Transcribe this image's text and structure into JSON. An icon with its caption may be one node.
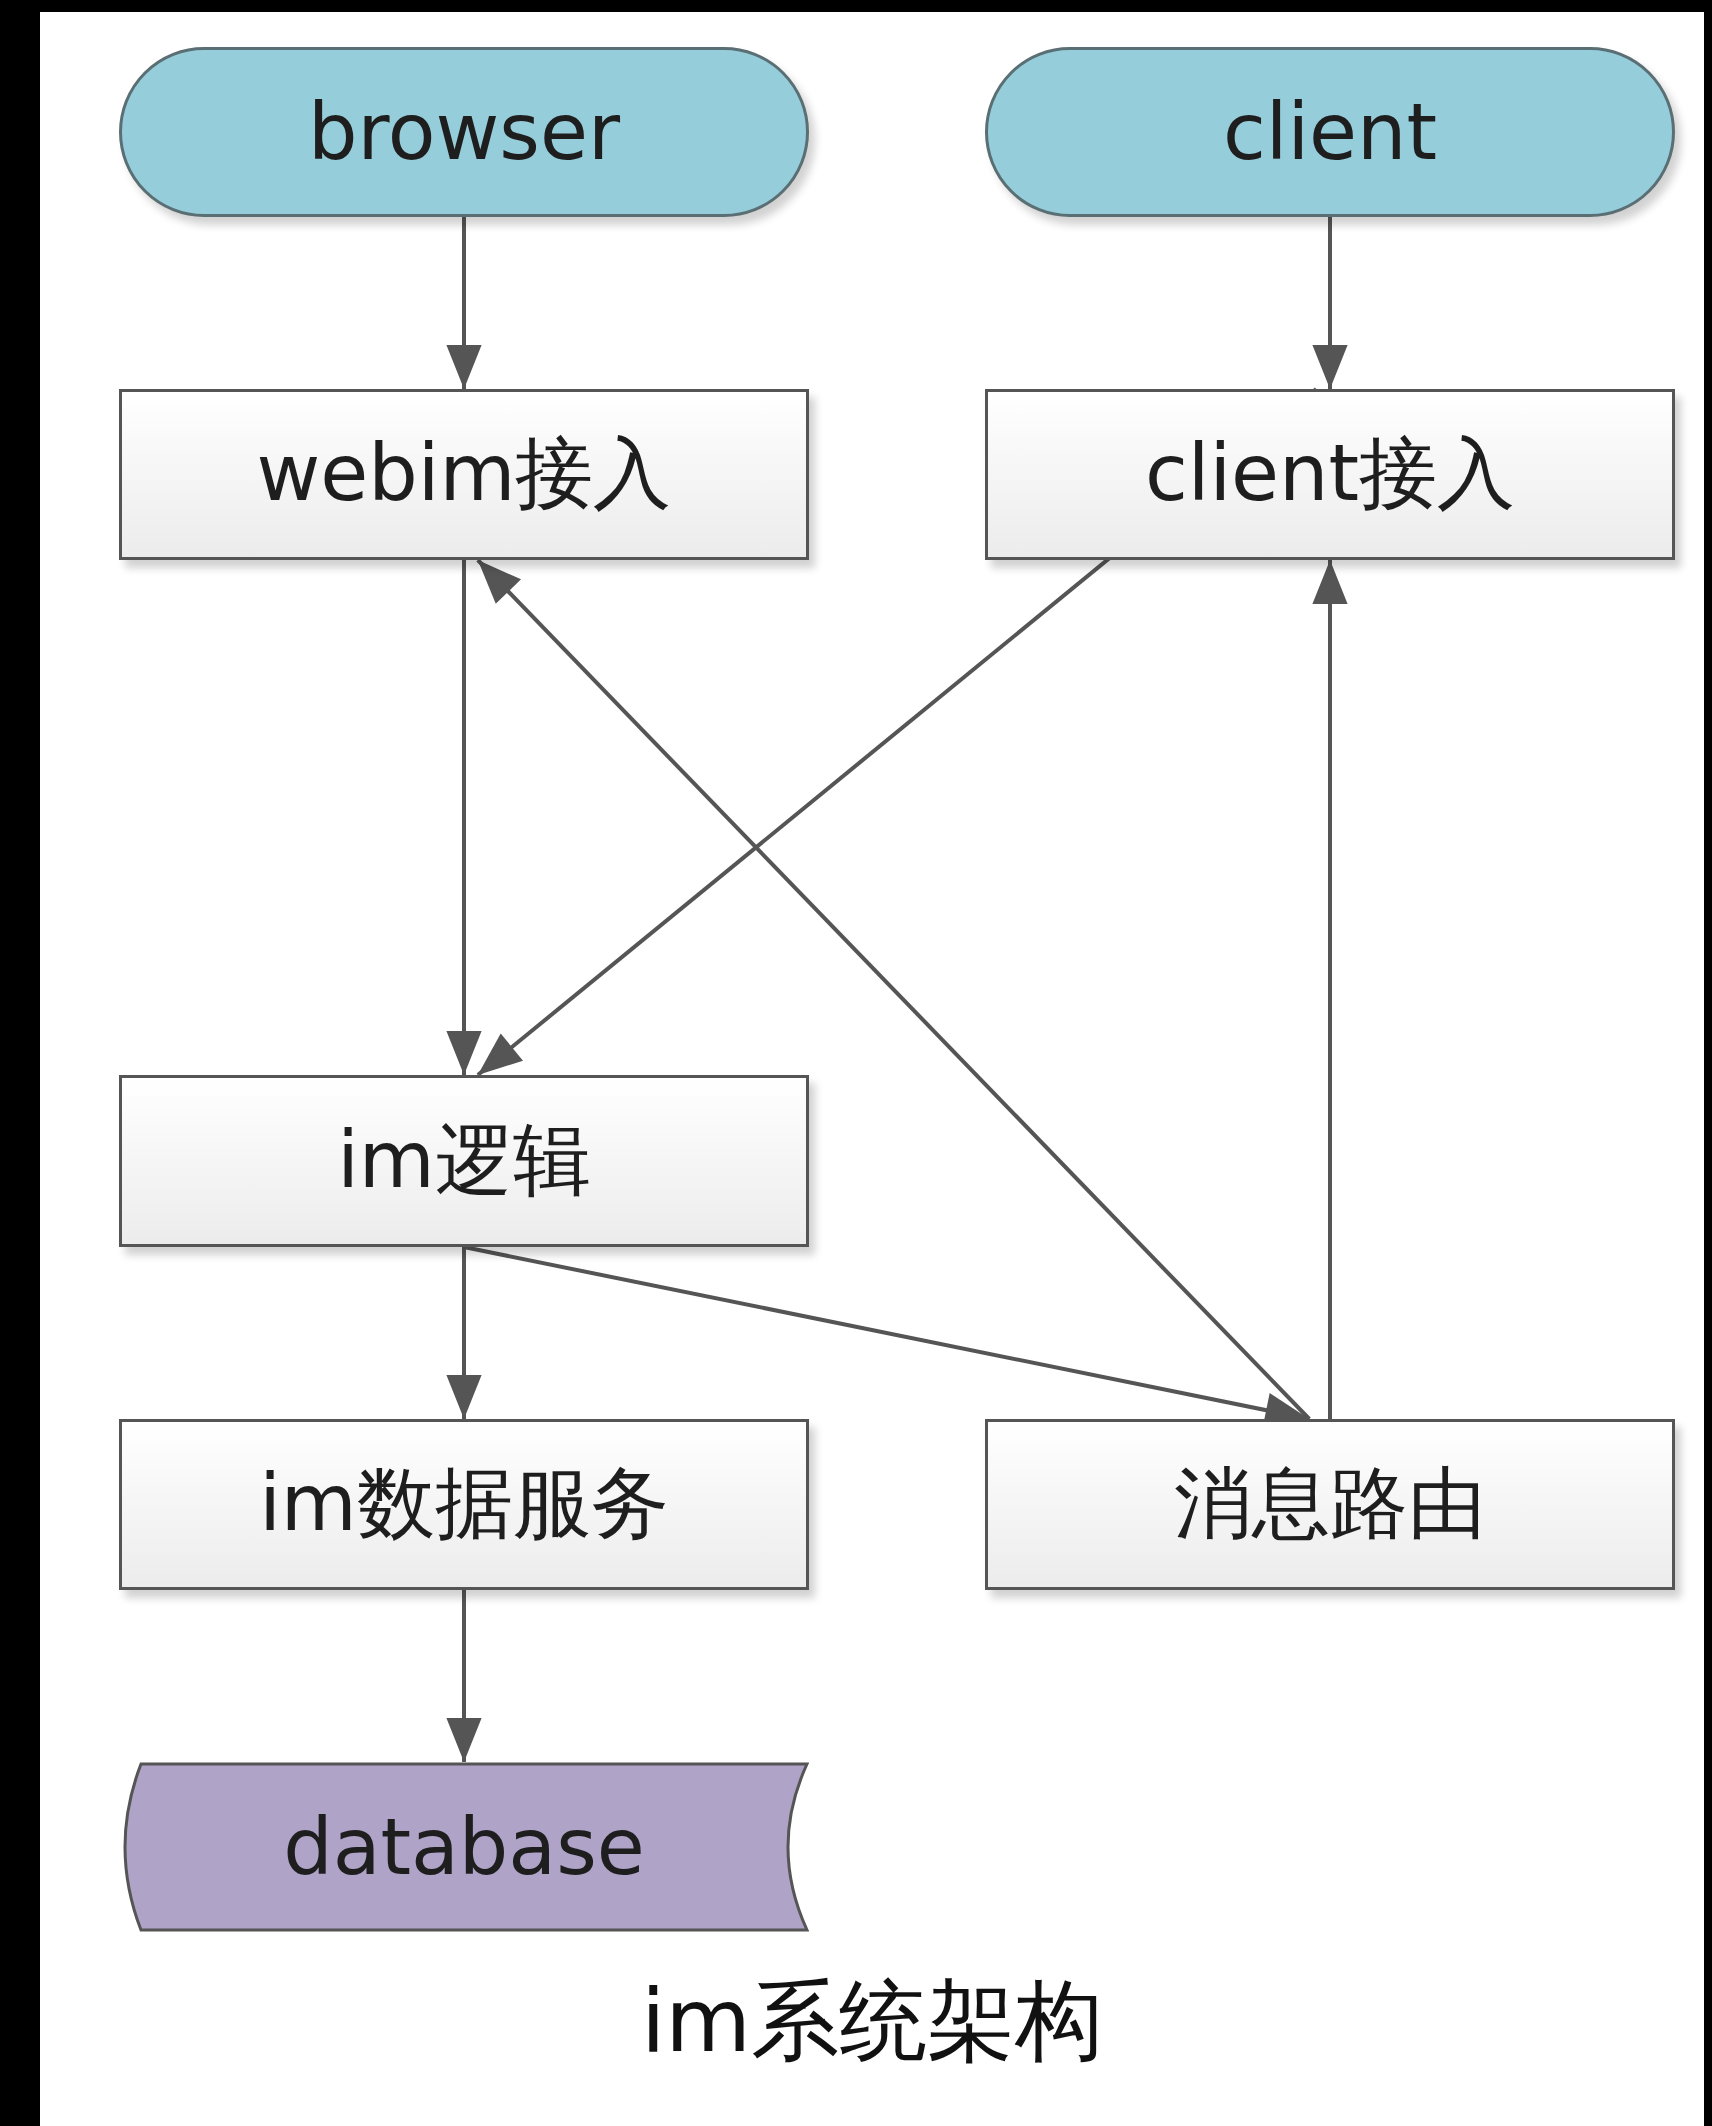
{
  "diagram": {
    "caption": "im系统架构",
    "nodes": [
      {
        "text": [
          "browser"
        ]
      },
      {
        "text": [
          "client"
        ]
      },
      {
        "text": [
          "webim接入"
        ]
      },
      {
        "text": [
          "client接入"
        ]
      },
      {
        "text": [
          "im逻辑"
        ]
      },
      {
        "text": [
          "im数据服务"
        ]
      },
      {
        "text": [
          "消息路由"
        ]
      },
      {
        "text": [
          "database"
        ]
      }
    ],
    "edges": [
      {
        "from": 0,
        "to": 2,
        "arrow": "to"
      },
      {
        "from": 1,
        "to": 3,
        "arrow": "to"
      },
      {
        "from": 2,
        "to": 4,
        "arrow": "to"
      },
      {
        "from": 3,
        "to": 4,
        "arrow": "to"
      },
      {
        "from": 6,
        "to": 2,
        "arrow": "to"
      },
      {
        "from": 4,
        "to": 6,
        "arrow": "to"
      },
      {
        "from": 6,
        "to": 3,
        "arrow": "to"
      },
      {
        "from": 4,
        "to": 5,
        "arrow": "to"
      },
      {
        "from": 5,
        "to": 7,
        "arrow": "to"
      }
    ]
  }
}
